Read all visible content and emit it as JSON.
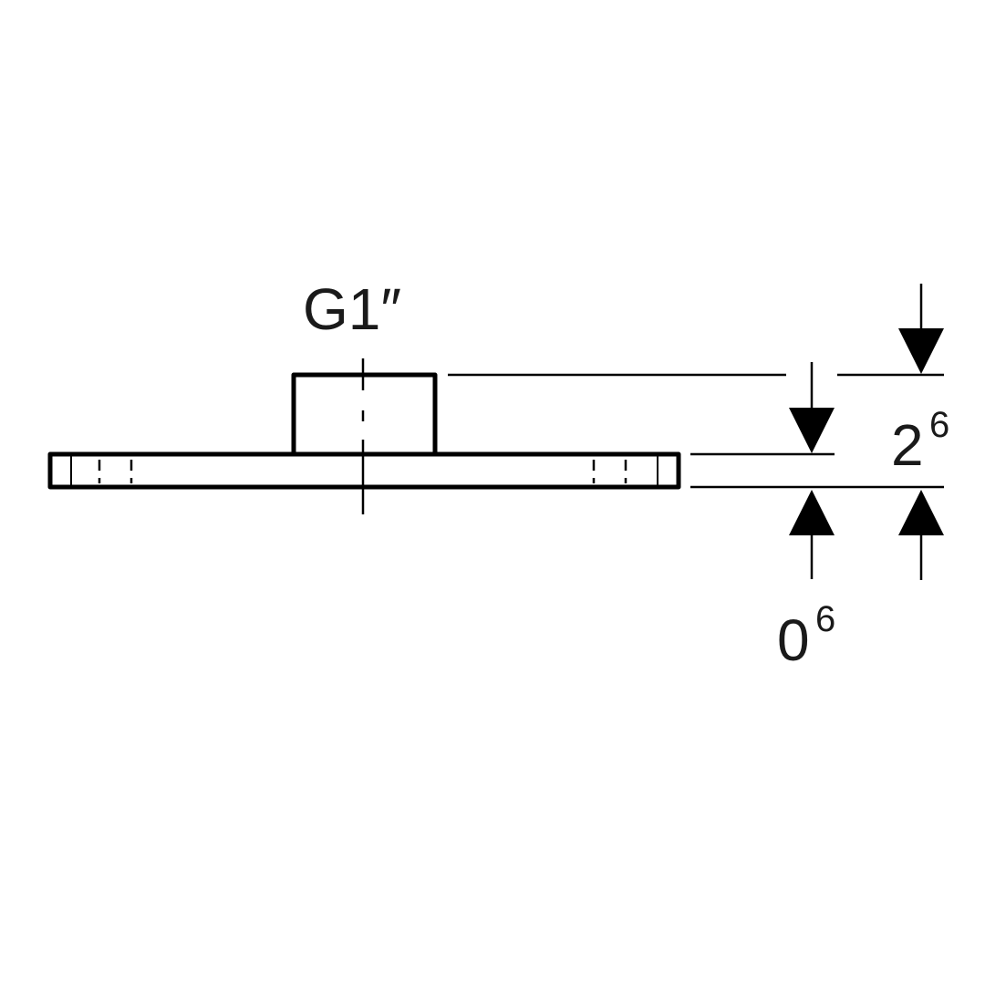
{
  "drawing": {
    "thread_label": "G1″",
    "dimension_total": {
      "base": "2",
      "sup": "6"
    },
    "dimension_plate": {
      "base": "0",
      "sup": "6"
    },
    "line_color": "#000000"
  }
}
